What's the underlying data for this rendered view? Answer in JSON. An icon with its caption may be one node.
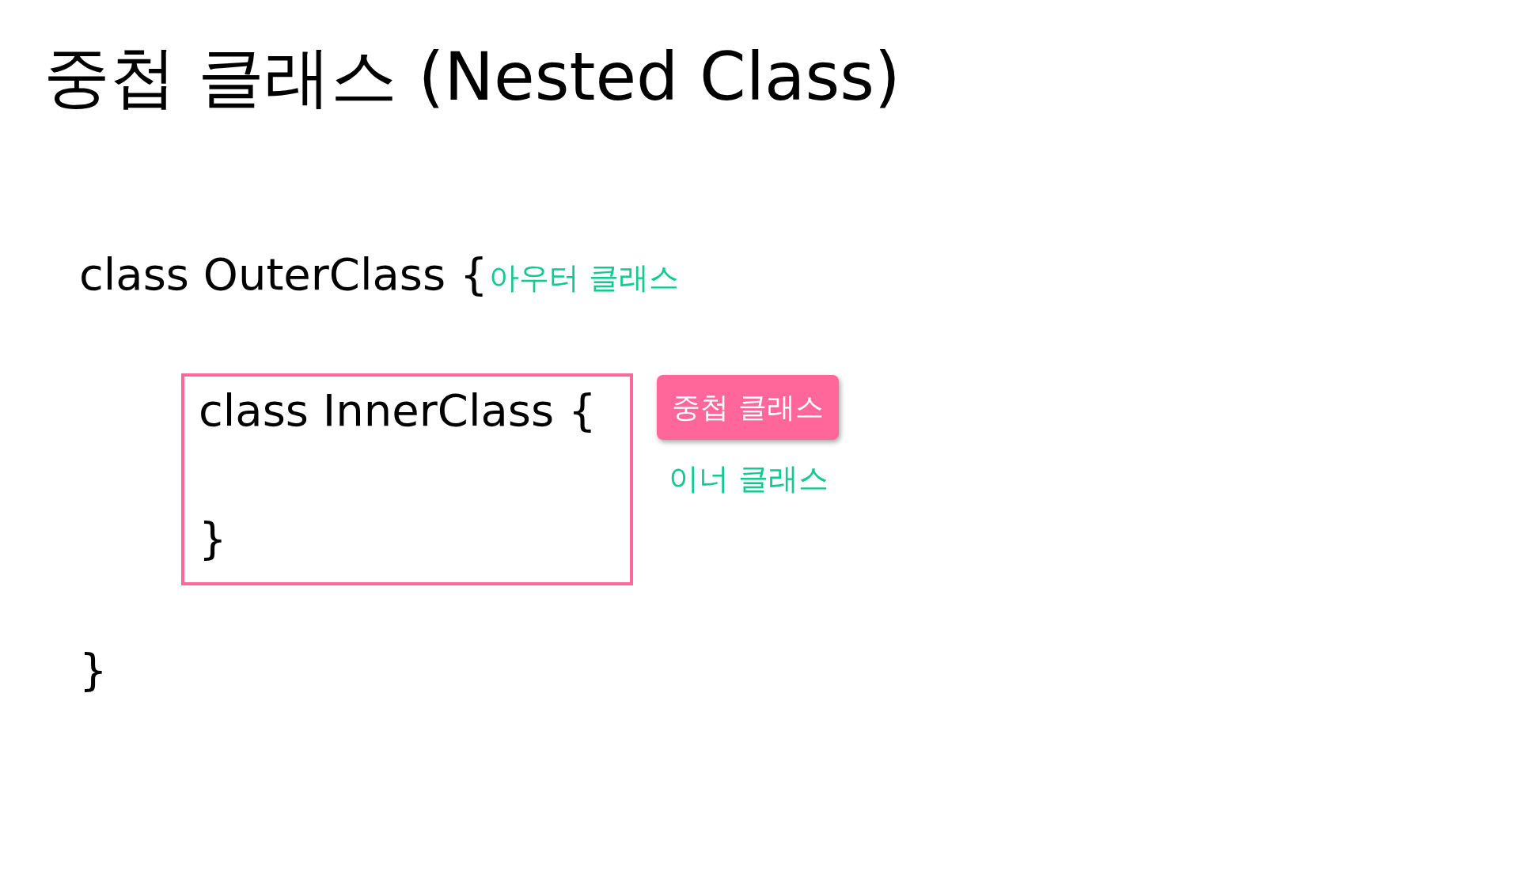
{
  "diagram": {
    "title": "중첩 클래스 (Nested Class)",
    "nodes": [
      {
        "text": [
          "class InnerClass {",
          "}"
        ]
      },
      {
        "text": [
          "중첩 클래스"
        ]
      }
    ],
    "labels": [
      "class OuterClass {",
      "아우터 클래스",
      "이너 클래스",
      "}"
    ]
  }
}
